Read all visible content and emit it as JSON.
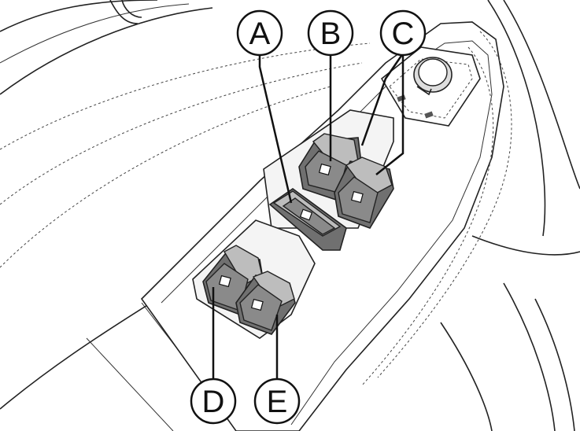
{
  "callouts": [
    {
      "id": "A",
      "label": "A"
    },
    {
      "id": "B",
      "label": "B"
    },
    {
      "id": "C",
      "label": "C"
    },
    {
      "id": "D",
      "label": "D"
    },
    {
      "id": "E",
      "label": "E"
    }
  ],
  "colors": {
    "line": "#222222",
    "switch_dark": "#707070",
    "switch_light": "#bdbdbd",
    "background": "#ffffff"
  },
  "icons": [
    "window-icon",
    "mirror-knob-icon"
  ]
}
